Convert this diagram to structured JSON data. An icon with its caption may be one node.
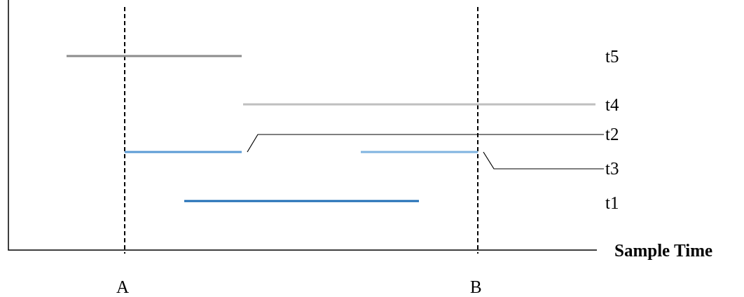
{
  "diagram": {
    "nodes": [
      {
        "text": [
          "t2"
        ]
      },
      {
        "text": [],
        "shape": "bar"
      },
      {
        "text": [
          "t3"
        ]
      },
      {
        "text": [],
        "shape": "bar"
      }
    ],
    "edges": [
      {
        "from": 0,
        "to": 1,
        "arrow": "none"
      },
      {
        "from": 2,
        "to": 3,
        "arrow": "none"
      }
    ],
    "labels": [
      "t5",
      "t4",
      "t1",
      "Sample Time",
      "A",
      "B"
    ]
  }
}
